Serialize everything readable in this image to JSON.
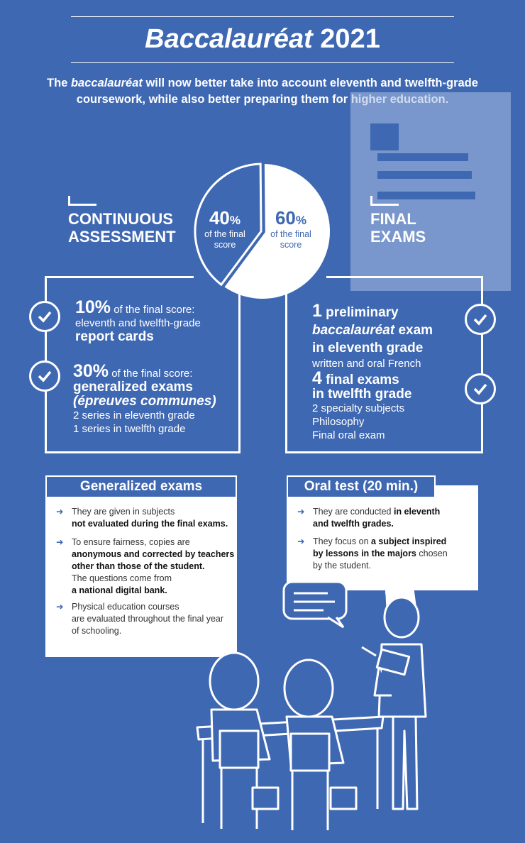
{
  "title_italic": "Baccalauréat",
  "title_year": "2021",
  "intro": {
    "p1": "The ",
    "p2": "baccalauréat",
    "p3": " will now better take into account eleventh and twelfth-grade",
    "line2": "coursework, while also better preparing them for higher education."
  },
  "left_heading": [
    "CONTINUOUS",
    "ASSESSMENT"
  ],
  "right_heading": [
    "FINAL",
    "EXAMS"
  ],
  "pie": {
    "left": {
      "value": 40,
      "pct": "40",
      "sign": "%",
      "label1": "of the final",
      "label2": "score"
    },
    "right": {
      "value": 60,
      "pct": "60",
      "sign": "%",
      "label1": "of the final",
      "label2": "score"
    }
  },
  "continuous": [
    {
      "num": "10%",
      "tail": " of the final score:",
      "line2": "eleventh and twelfth-grade",
      "bold": "report cards"
    },
    {
      "num": "30%",
      "tail": " of the final score:",
      "bold1": "generalized exams",
      "bold2": "(épreuves communes)",
      "line3": "2 series in eleventh grade",
      "line4": "1 series in twelfth grade"
    }
  ],
  "final": [
    {
      "num": "1",
      "b1": " preliminary",
      "b2": "baccalauréat",
      "b2tail": " exam",
      "b3": "in eleventh grade",
      "line": "written and oral French"
    },
    {
      "num": "4",
      "b1": " final exams",
      "b2": "in twelfth grade",
      "lines": [
        "2 specialty subjects",
        "Philosophy",
        "Final oral exam"
      ]
    }
  ],
  "gen_panel": {
    "title": "Generalized exams",
    "items": [
      {
        "l1": "They are given in subjects",
        "l2b": "not evaluated during the final exams."
      },
      {
        "l1": "To ensure fairness, copies are",
        "l2b": "anonymous and corrected by teachers",
        "l3b": "other than those of the student.",
        "l4": "The questions come from",
        "l5b": "a national digital bank."
      },
      {
        "l1": "Physical education courses",
        "l2": "are evaluated throughout the final year",
        "l3": "of schooling."
      }
    ]
  },
  "oral_panel": {
    "title": "Oral test (20 min.)",
    "items": [
      {
        "l1": "They are conducted ",
        "l1b": "in eleventh",
        "l2b": "and twelfth grades."
      },
      {
        "l1": "They focus on ",
        "l1b": "a subject inspired",
        "l2b": "by lessons in the majors",
        "l2": " chosen",
        "l3": "by the student."
      }
    ]
  },
  "arrow_glyph": "➜",
  "colors": {
    "background": "#3f68b2",
    "panel": "#ffffff",
    "text_dark": "#2a2a2a"
  },
  "icons": [
    "check-icon",
    "document-icon",
    "speech-bubble-icon",
    "arrow-right-icon"
  ]
}
